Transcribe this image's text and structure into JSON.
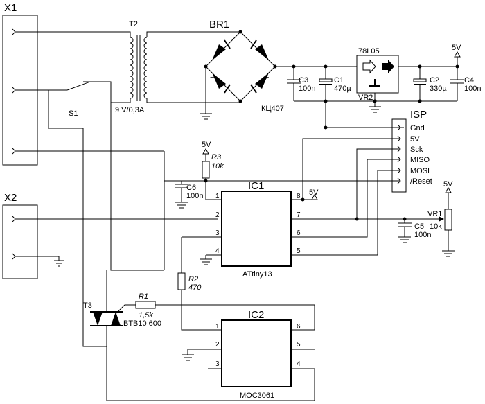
{
  "connectors": {
    "x1": "X1",
    "x2": "X2",
    "isp": "ISP",
    "isp_pins": [
      "Gnd",
      "5V",
      "Sck",
      "MISO",
      "MOSI",
      "/Reset"
    ]
  },
  "power": {
    "t2": "T2",
    "t2_rating": "9 V/0,3A",
    "br1": "BR1",
    "br1_part": "КЦ407",
    "br1_minus": "−",
    "br1_plus": "+",
    "reg_part": "78L05",
    "vr2": "VR2",
    "s1": "S1",
    "c3": "C3",
    "c3_val": "100n",
    "c1": "C1",
    "c1_val": "470µ",
    "c2": "C2",
    "c2_val": "330µ",
    "c4": "C4",
    "c4_val": "100n",
    "v5": "5V"
  },
  "ic1": {
    "name": "IC1",
    "part": "ATtiny13",
    "pins_left": [
      "1",
      "2",
      "3",
      "4"
    ],
    "pins_right": [
      "8",
      "7",
      "6",
      "5"
    ]
  },
  "ic2": {
    "name": "IC2",
    "part": "MOC3061",
    "pins_left": [
      "1",
      "2",
      "3"
    ],
    "pins_right": [
      "6",
      "5",
      "4"
    ]
  },
  "passives": {
    "r3": "R3",
    "r3_val": "10k",
    "r2": "R2",
    "r2_val": "470",
    "r1": "R1",
    "r1_val": "1,5k",
    "c6": "C6",
    "c6_val": "100n",
    "c5": "C5",
    "c5_val": "100n",
    "vr1": "VR1",
    "vr1_val": "10k",
    "t3": "T3",
    "t3_part": "BTB10 600"
  }
}
